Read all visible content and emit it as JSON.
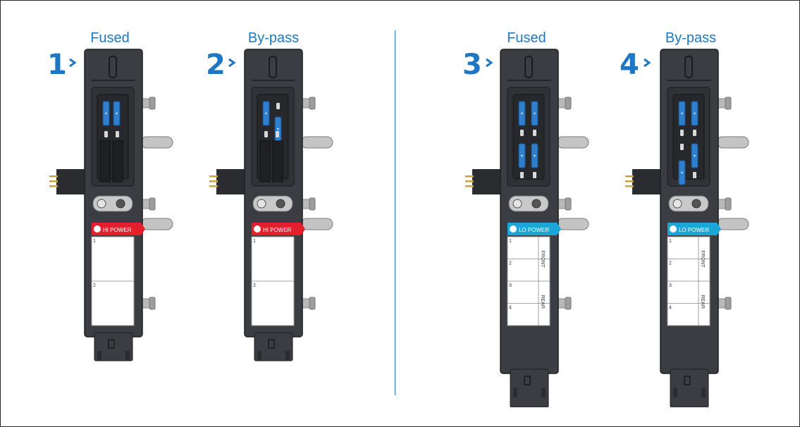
{
  "modules": [
    {
      "step": "1",
      "title": "Fused",
      "mode": "fused",
      "variant": "hi",
      "badge": "HI POWER",
      "rows": [
        "1",
        "2"
      ],
      "side_labels": []
    },
    {
      "step": "2",
      "title": "By-pass",
      "mode": "bypass",
      "variant": "hi",
      "badge": "HI POWER",
      "rows": [
        "1",
        "2"
      ],
      "side_labels": []
    },
    {
      "step": "3",
      "title": "Fused",
      "mode": "fused",
      "variant": "lo",
      "badge": "LO POWER",
      "rows": [
        "1",
        "2",
        "3",
        "4"
      ],
      "side_labels": [
        "FRONT",
        "REAR"
      ]
    },
    {
      "step": "4",
      "title": "By-pass",
      "mode": "bypass",
      "variant": "lo",
      "badge": "LO POWER",
      "rows": [
        "1",
        "2",
        "3",
        "4"
      ],
      "side_labels": [
        "FRONT",
        "REAR"
      ]
    }
  ],
  "colors": {
    "accent": "#1f77c4",
    "hi_badge": "#e3202b",
    "lo_badge": "#1aa6d6",
    "housing": "#3b3d42",
    "housing_dark": "#2a2c30",
    "fuse": "#2f7fcf",
    "pin": "#b9b9b9"
  }
}
